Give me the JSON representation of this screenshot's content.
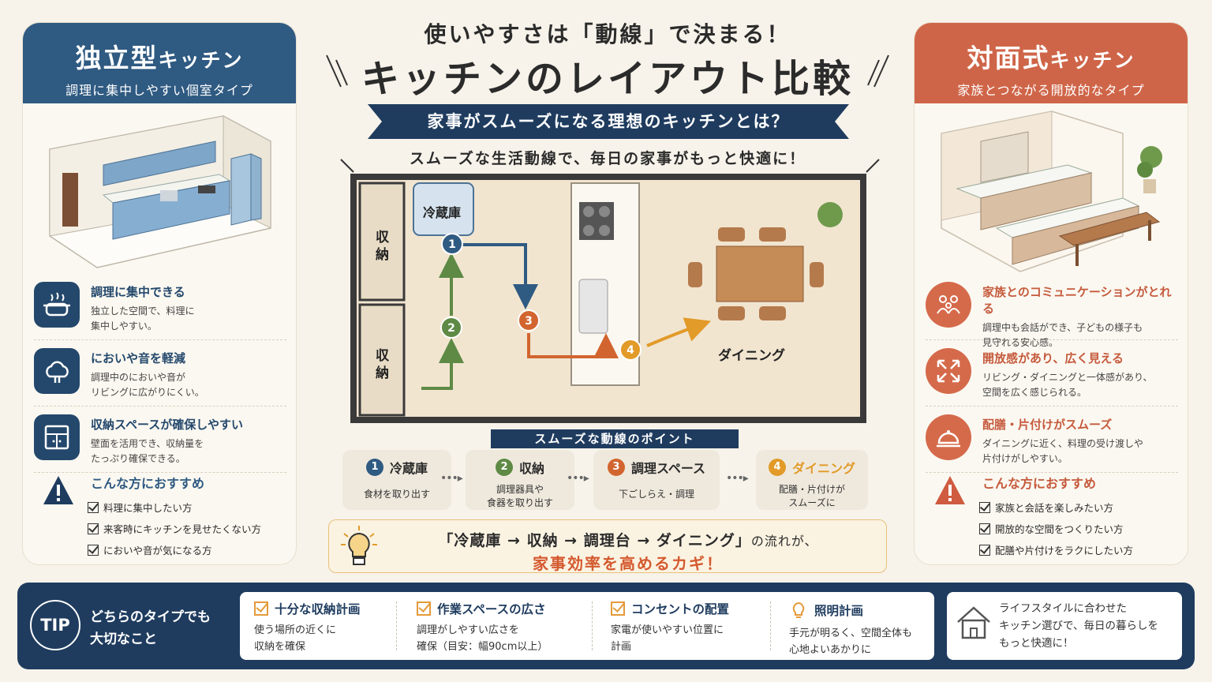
{
  "left_panel": {
    "title_main": "独立型",
    "title_suffix": "キッチン",
    "subtitle": "調理に集中しやすい個室タイプ",
    "features": [
      {
        "icon": "cooking-pot-icon",
        "title": "調理に集中できる",
        "desc": "独立した空間で、料理に\n集中しやすい。"
      },
      {
        "icon": "smell-cloud-icon",
        "title": "においや音を軽減",
        "desc": "調理中のにおいや音が\nリビングに広がりにくい。"
      },
      {
        "icon": "cabinet-icon",
        "title": "収納スペースが確保しやすい",
        "desc": "壁面を活用でき、収納量を\nたっぷり確保できる。"
      }
    ],
    "recommend_title": "こんな方におすすめ",
    "recommend_items": [
      "料理に集中したい方",
      "来客時にキッチンを見せたくない方",
      "においや音が気になる方"
    ]
  },
  "right_panel": {
    "title_main": "対面式",
    "title_suffix": "キッチン",
    "subtitle": "家族とつながる開放的なタイプ",
    "features": [
      {
        "icon": "family-icon",
        "title": "家族とのコミュニケーションがとれる",
        "desc": "調理中も会話ができ、子どもの様子も\n見守れる安心感。"
      },
      {
        "icon": "expand-arrows-icon",
        "title": "開放感があり、広く見える",
        "desc": "リビング・ダイニングと一体感があり、\n空間を広く感じられる。"
      },
      {
        "icon": "serving-cloche-icon",
        "title": "配膳・片付けがスムーズ",
        "desc": "ダイニングに近く、料理の受け渡しや\n片付けがしやすい。"
      }
    ],
    "recommend_title": "こんな方におすすめ",
    "recommend_items": [
      "家族と会話を楽しみたい方",
      "開放的な空間をつくりたい方",
      "配膳や片付けをラクにしたい方"
    ]
  },
  "header": {
    "top_line": "使いやすさは「動線」で決まる！",
    "main_title": "キッチンのレイアウト比較",
    "banner": "家事がスムーズになる理想のキッチンとは？",
    "subline": "スムーズな生活動線で、毎日の家事がもっと快適に！"
  },
  "floor_plan": {
    "fridge_label": "冷蔵庫",
    "storage_label_1": "収納",
    "storage_label_2": "収納",
    "dining_label": "ダイニング",
    "markers": [
      "1",
      "2",
      "3",
      "4"
    ]
  },
  "points": {
    "title": "スムーズな動線のポイント",
    "steps": [
      {
        "num": "1",
        "label": "冷蔵庫",
        "desc": "食材を取り出す",
        "color": "#2f5a82"
      },
      {
        "num": "2",
        "label": "収納",
        "desc": "調理器具や\n食器を取り出す",
        "color": "#5e8a45"
      },
      {
        "num": "3",
        "label": "調理スペース",
        "desc": "下ごしらえ・調理",
        "color": "#d2652f"
      },
      {
        "num": "4",
        "label": "ダイニング",
        "desc": "配膳・片付けが\nスムーズに",
        "color": "#e29a28"
      }
    ]
  },
  "flow": {
    "main": "「冷蔵庫 → 収納 → 調理台 → ダイニング」",
    "suffix": "の流れが、",
    "emphasis": "家事効率を高めるカギ！"
  },
  "tips": {
    "badge": "TIP",
    "lead": "どちらのタイプでも\n大切なこと",
    "items": [
      {
        "title": "十分な収納計画",
        "desc": "使う場所の近くに\n収納を確保",
        "icon": "check-box-icon"
      },
      {
        "title": "作業スペースの広さ",
        "desc": "調理がしやすい広さを\n確保（目安：幅90cm以上）",
        "icon": "check-box-icon"
      },
      {
        "title": "コンセントの配置",
        "desc": "家電が使いやすい位置に\n計画",
        "icon": "check-box-icon"
      },
      {
        "title": "照明計画",
        "desc": "手元が明るく、空間全体も\n心地よいあかりに",
        "icon": "light-bulb-icon"
      }
    ],
    "closing": "ライフスタイルに合わせた\nキッチン選びで、毎日の暮らしを\nもっと快適に！"
  },
  "colors": {
    "navy": "#1f3c5f",
    "blue": "#2f5a82",
    "terracotta": "#cf6548",
    "green": "#5e8a45",
    "orange": "#d2652f",
    "gold": "#e29a28",
    "cream": "#f7f3ea"
  }
}
